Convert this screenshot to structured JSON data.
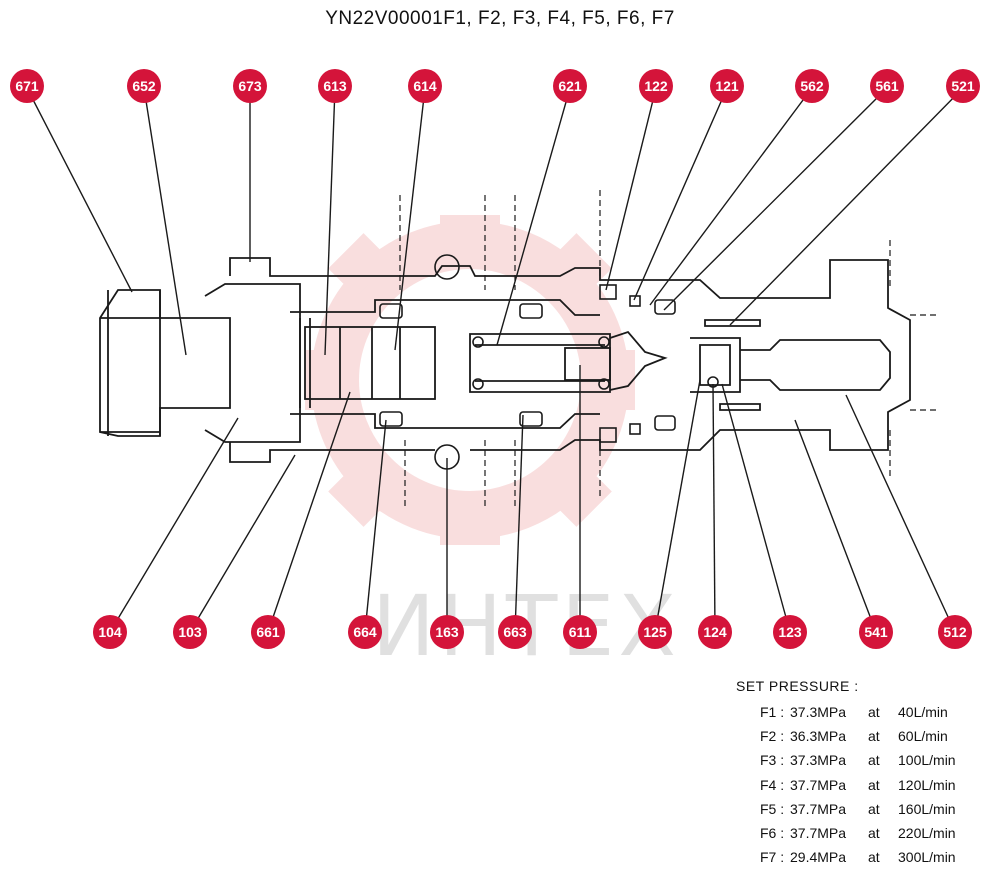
{
  "title": "YN22V00001F1, F2, F3, F4, F5, F6, F7",
  "watermark": "ИНТЕХ",
  "colors": {
    "callout": "#d4143a",
    "watermark": "#f2b7b7",
    "line": "#1a1a1a"
  },
  "callouts_top": [
    "671",
    "652",
    "673",
    "613",
    "614",
    "621",
    "122",
    "121",
    "562",
    "561",
    "521"
  ],
  "callouts_bottom": [
    "104",
    "103",
    "661",
    "664",
    "163",
    "663",
    "611",
    "125",
    "124",
    "123",
    "541",
    "512"
  ],
  "set_pressure": {
    "title": "SET PRESSURE :",
    "rows": [
      {
        "id": "F1 :",
        "pressure": "37.3MPa",
        "at": "at",
        "flow": "40L/min"
      },
      {
        "id": "F2 :",
        "pressure": "36.3MPa",
        "at": "at",
        "flow": "60L/min"
      },
      {
        "id": "F3 :",
        "pressure": "37.3MPa",
        "at": "at",
        "flow": "100L/min"
      },
      {
        "id": "F4 :",
        "pressure": "37.7MPa",
        "at": "at",
        "flow": "120L/min"
      },
      {
        "id": "F5 :",
        "pressure": "37.7MPa",
        "at": "at",
        "flow": "160L/min"
      },
      {
        "id": "F6 :",
        "pressure": "37.7MPa",
        "at": "at",
        "flow": "220L/min"
      },
      {
        "id": "F7 :",
        "pressure": "29.4MPa",
        "at": "at",
        "flow": "300L/min"
      }
    ]
  }
}
